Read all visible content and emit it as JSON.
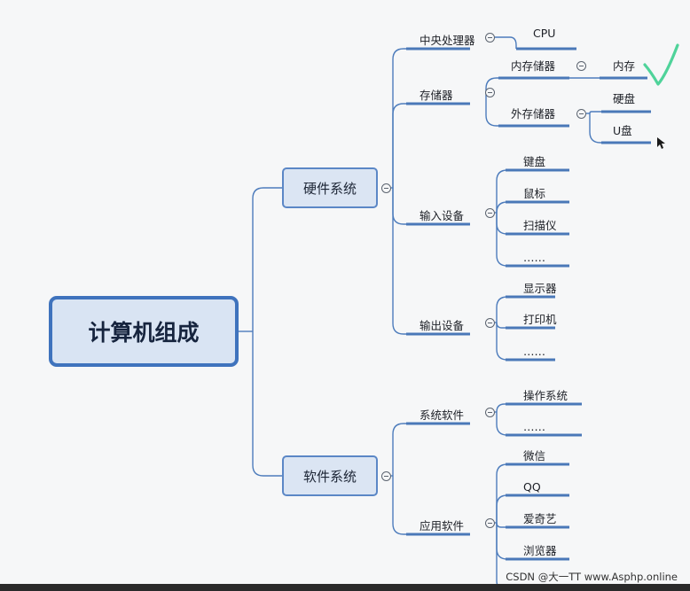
{
  "diagram": {
    "root": "计算机组成",
    "branches": [
      {
        "label": "硬件系统",
        "children": [
          {
            "label": "中央处理器",
            "children": [
              {
                "label": "CPU"
              }
            ]
          },
          {
            "label": "存储器",
            "children": [
              {
                "label": "内存储器",
                "children": [
                  {
                    "label": "内存"
                  }
                ]
              },
              {
                "label": "外存储器",
                "children": [
                  {
                    "label": "硬盘"
                  },
                  {
                    "label": "U盘"
                  }
                ]
              }
            ]
          },
          {
            "label": "输入设备",
            "children": [
              {
                "label": "键盘"
              },
              {
                "label": "鼠标"
              },
              {
                "label": "扫描仪"
              },
              {
                "label": "……"
              }
            ]
          },
          {
            "label": "输出设备",
            "children": [
              {
                "label": "显示器"
              },
              {
                "label": "打印机"
              },
              {
                "label": "……"
              }
            ]
          }
        ]
      },
      {
        "label": "软件系统",
        "children": [
          {
            "label": "系统软件",
            "children": [
              {
                "label": "操作系统"
              },
              {
                "label": "……"
              }
            ]
          },
          {
            "label": "应用软件",
            "children": [
              {
                "label": "微信"
              },
              {
                "label": "QQ"
              },
              {
                "label": "爱奇艺"
              },
              {
                "label": "浏览器"
              },
              {
                "label": "……"
              }
            ]
          }
        ]
      }
    ]
  },
  "watermark": "CSDN @大一TT",
  "watermark2": "www.Asphp.online",
  "colors": {
    "line": "#4574b6",
    "underline": "#4a78b8",
    "annotation": "#4fd39a"
  }
}
